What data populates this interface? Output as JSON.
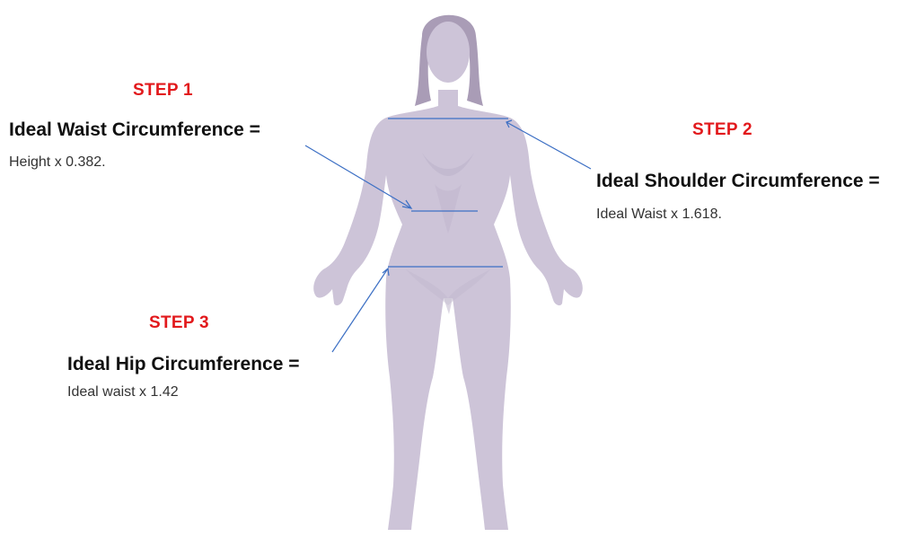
{
  "colors": {
    "step_label": "#e2191c",
    "measure_line": "#3c6fc4",
    "silhouette_body": "#cdc4d8",
    "silhouette_shadow": "#b9afc8",
    "hair": "#a99cb6",
    "text": "#111111"
  },
  "steps": [
    {
      "step_label": "STEP 1",
      "title": "Ideal Waist Circumference =",
      "formula": "Height x 0.382."
    },
    {
      "step_label": "STEP 2",
      "title": "Ideal Shoulder Circumference =",
      "formula": "Ideal Waist x 1.618."
    },
    {
      "step_label": "STEP 3",
      "title": "Ideal Hip Circumference =",
      "formula": "Ideal waist x 1.42"
    }
  ]
}
